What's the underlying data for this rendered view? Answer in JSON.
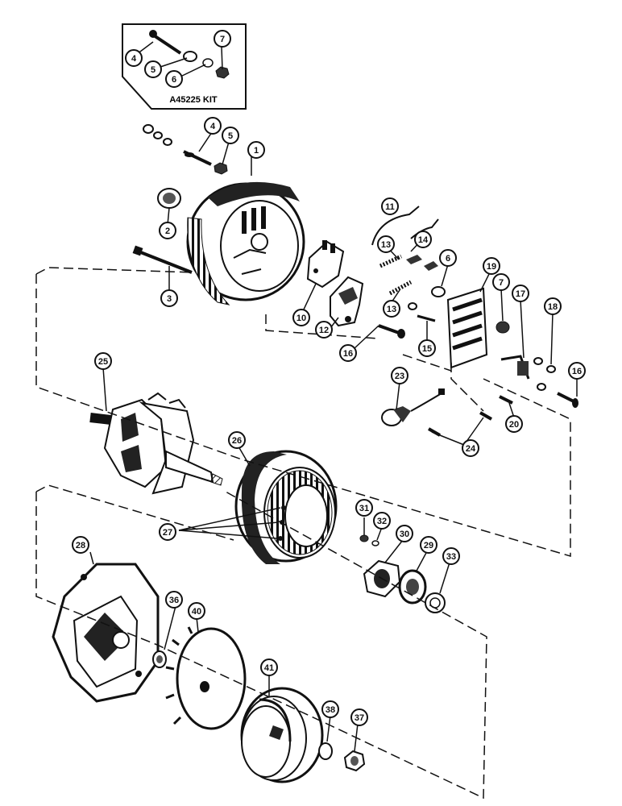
{
  "kit": {
    "label": "A45225 KIT"
  },
  "callouts": [
    {
      "id": "c4a",
      "n": "4"
    },
    {
      "id": "c5a",
      "n": "5"
    },
    {
      "id": "c6a",
      "n": "6"
    },
    {
      "id": "c7a",
      "n": "7"
    },
    {
      "id": "c4b",
      "n": "4"
    },
    {
      "id": "c5b",
      "n": "5"
    },
    {
      "id": "c1",
      "n": "1"
    },
    {
      "id": "c2",
      "n": "2"
    },
    {
      "id": "c3",
      "n": "3"
    },
    {
      "id": "c11",
      "n": "11"
    },
    {
      "id": "c13a",
      "n": "13"
    },
    {
      "id": "c14",
      "n": "14"
    },
    {
      "id": "c6b",
      "n": "6"
    },
    {
      "id": "c19",
      "n": "19"
    },
    {
      "id": "c10",
      "n": "10"
    },
    {
      "id": "c12",
      "n": "12"
    },
    {
      "id": "c13b",
      "n": "13"
    },
    {
      "id": "c7b",
      "n": "7"
    },
    {
      "id": "c17",
      "n": "17"
    },
    {
      "id": "c18",
      "n": "18"
    },
    {
      "id": "c15",
      "n": "15"
    },
    {
      "id": "c16a",
      "n": "16"
    },
    {
      "id": "c25",
      "n": "25"
    },
    {
      "id": "c23",
      "n": "23"
    },
    {
      "id": "c16b",
      "n": "16"
    },
    {
      "id": "c20",
      "n": "20"
    },
    {
      "id": "c24",
      "n": "24"
    },
    {
      "id": "c26",
      "n": "26"
    },
    {
      "id": "c27",
      "n": "27"
    },
    {
      "id": "c31",
      "n": "31"
    },
    {
      "id": "c32",
      "n": "32"
    },
    {
      "id": "c30",
      "n": "30"
    },
    {
      "id": "c29",
      "n": "29"
    },
    {
      "id": "c28",
      "n": "28"
    },
    {
      "id": "c33",
      "n": "33"
    },
    {
      "id": "c36",
      "n": "36"
    },
    {
      "id": "c40",
      "n": "40"
    },
    {
      "id": "c41",
      "n": "41"
    },
    {
      "id": "c38",
      "n": "38"
    },
    {
      "id": "c37",
      "n": "37"
    }
  ],
  "colors": {
    "ink": "#111111",
    "paper": "#ffffff"
  }
}
